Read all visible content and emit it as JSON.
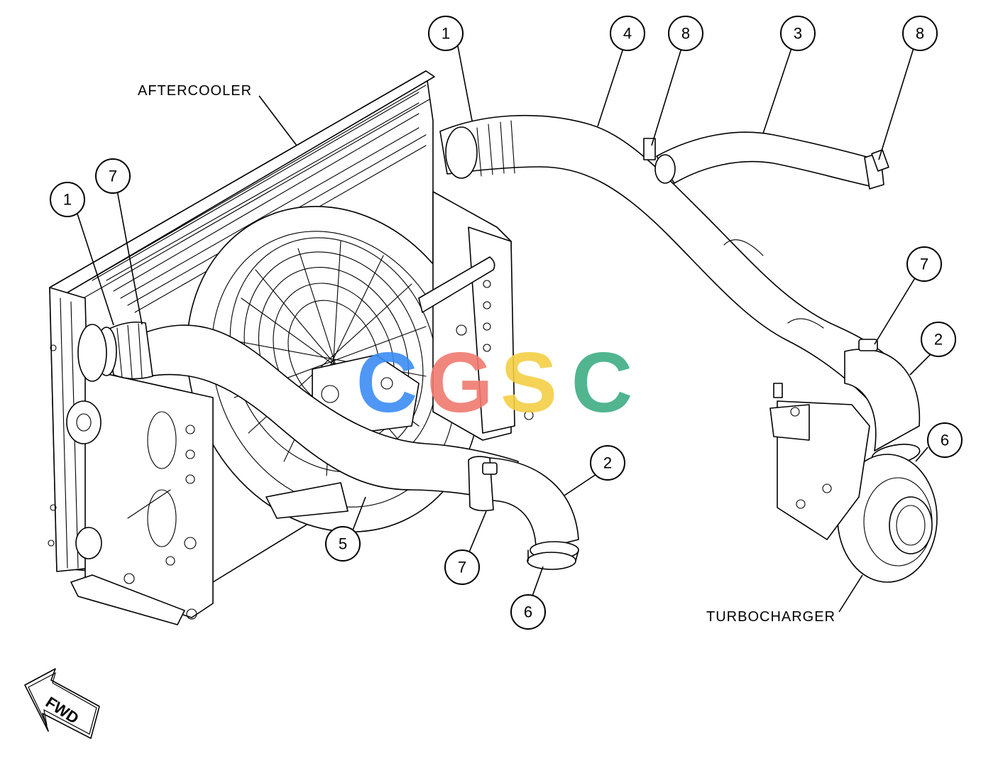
{
  "labels": {
    "aftercooler": "AFTERCOOLER",
    "turbocharger": "TURBOCHARGER",
    "fwd": "FWD"
  },
  "watermark": {
    "letters": [
      "C",
      "G",
      "S",
      "C"
    ],
    "colors": [
      "#3b8cf5",
      "#f07a70",
      "#f5cf45",
      "#3fae84"
    ]
  },
  "callouts": [
    {
      "id": "c1a",
      "num": "1"
    },
    {
      "id": "c4",
      "num": "4"
    },
    {
      "id": "c8a",
      "num": "8"
    },
    {
      "id": "c3",
      "num": "3"
    },
    {
      "id": "c8b",
      "num": "8"
    },
    {
      "id": "c7a",
      "num": "7"
    },
    {
      "id": "c1b",
      "num": "1"
    },
    {
      "id": "c7b",
      "num": "7"
    },
    {
      "id": "c2a",
      "num": "2"
    },
    {
      "id": "c6a",
      "num": "6"
    },
    {
      "id": "c2b",
      "num": "2"
    },
    {
      "id": "c5",
      "num": "5"
    },
    {
      "id": "c7c",
      "num": "7"
    },
    {
      "id": "c6b",
      "num": "6"
    }
  ]
}
